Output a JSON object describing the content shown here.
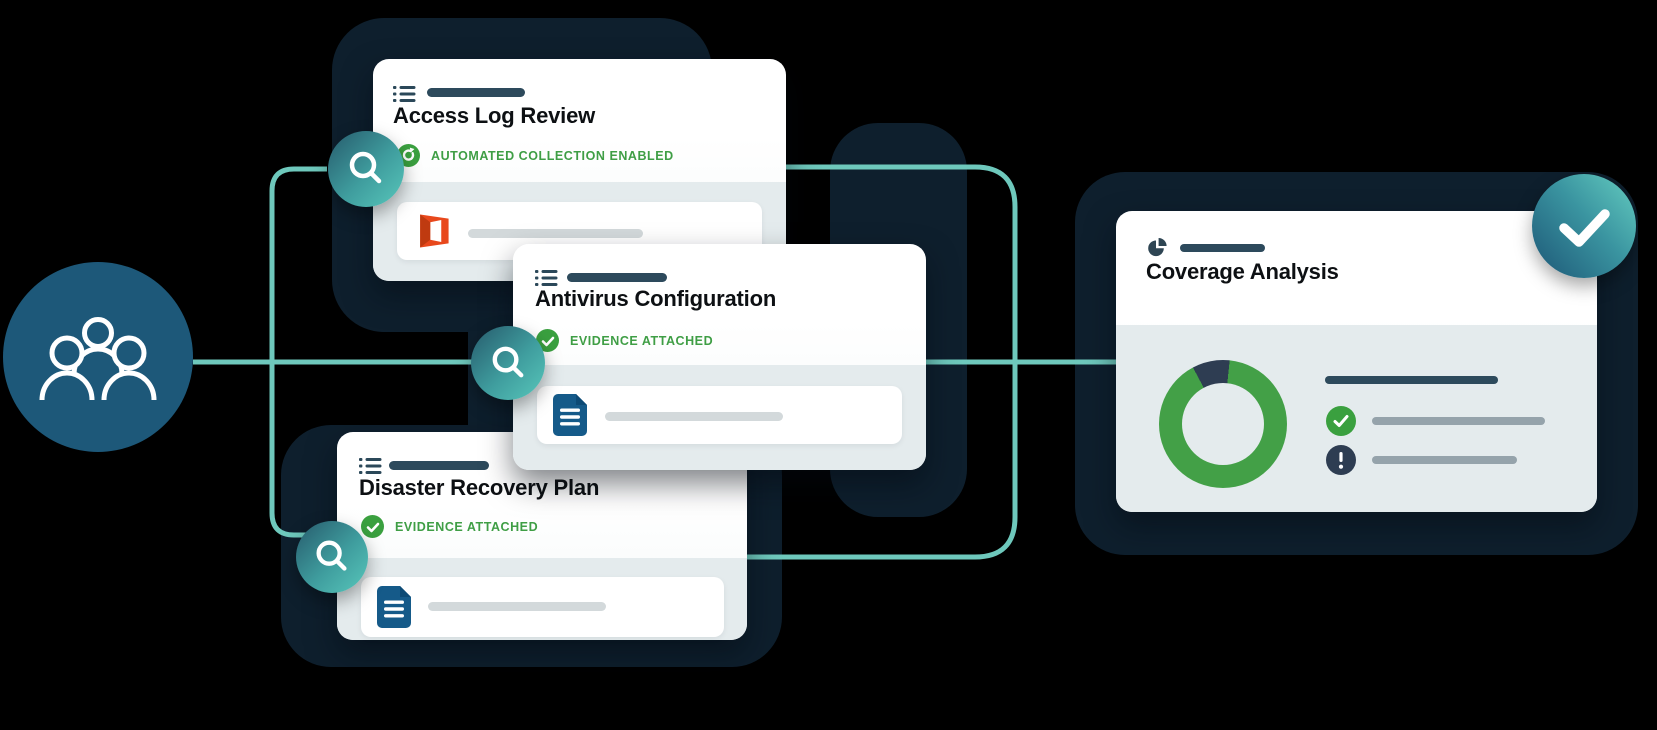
{
  "cards": {
    "access": {
      "title": "Access Log Review",
      "badge_icon": "refresh-icon",
      "badge_label": "AUTOMATED COLLECTION ENABLED",
      "attachment_icon": "office-logo-icon"
    },
    "antivirus": {
      "title": "Antivirus Configuration",
      "badge_icon": "check-icon",
      "badge_label": "EVIDENCE ATTACHED",
      "attachment_icon": "document-icon"
    },
    "disaster": {
      "title": "Disaster Recovery Plan",
      "badge_icon": "check-icon",
      "badge_label": "EVIDENCE ATTACHED",
      "attachment_icon": "document-icon"
    },
    "coverage": {
      "title": "Coverage Analysis",
      "header_icon": "pie-chart-icon",
      "row_icons": [
        "check-icon",
        "exclamation-icon"
      ]
    }
  },
  "nodes": {
    "source": {
      "icon": "people-icon"
    },
    "inspectors": {
      "icon": "search-icon",
      "count": 3
    },
    "result": {
      "icon": "check-icon"
    }
  },
  "chart_data": {
    "type": "pie",
    "title": "Coverage Analysis",
    "donut": true,
    "slices": [
      {
        "label": "covered",
        "value": 90.5,
        "color": "#43a047"
      },
      {
        "label": "attention",
        "value": 9.5,
        "color": "#2e3d52"
      }
    ],
    "legend_position": "none"
  },
  "colors": {
    "background": "#000000",
    "blob_navy": "#0e1f2d",
    "connector_teal": "#6ec8bc",
    "panel_gray": "#e4ebed",
    "pill_navy": "#2d4a5c",
    "pill_light_gray": "#d3d9db",
    "pill_slate_gray": "#95a3ab",
    "badge_green": "#3aa03f",
    "badge_text_green": "#3f9e45",
    "donut_green": "#43a047",
    "donut_navy": "#2e3d52",
    "people_circle_blue": "#1d5879",
    "doc_icon_blue": "#155a89",
    "office_orange": "#e8481c"
  }
}
